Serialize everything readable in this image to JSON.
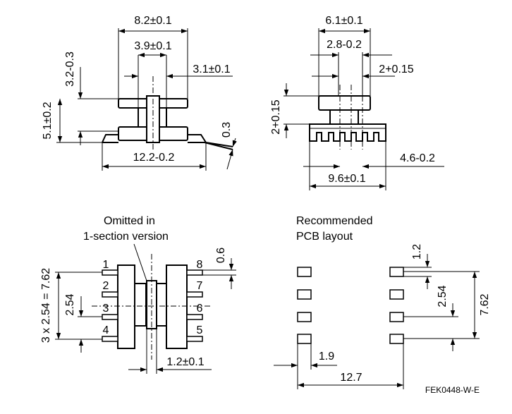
{
  "top_left_view": {
    "dim_width_total": "8.2±0.1",
    "dim_width_inner": "3.9±0.1",
    "dim_flange": "3.1±0.1",
    "dim_height_top": "3.2-0.3",
    "dim_height_total": "5.1±0.2",
    "dim_pin_offset": "0.3",
    "dim_base_width": "12.2-0.2"
  },
  "top_right_view": {
    "dim_width_total": "6.1±0.1",
    "dim_width_inner": "2.8-0.2",
    "dim_slot": "2+0.15",
    "dim_height": "2+0.15",
    "dim_pin_span": "4.6-0.2",
    "dim_base_width": "9.6±0.1"
  },
  "bottom_left_view": {
    "note_line1": "Omitted in",
    "note_line2": "1-section version",
    "pin_labels": [
      "1",
      "2",
      "3",
      "4",
      "5",
      "6",
      "7",
      "8"
    ],
    "dim_pitch_total": "3 x 2.54 = 7.62",
    "dim_pitch": "2.54",
    "dim_pin_width": "0.6",
    "dim_gap": "1.2±0.1"
  },
  "bottom_right_view": {
    "note_line1": "Recommended",
    "note_line2": "PCB layout",
    "dim_pad_width": "1.2",
    "dim_pitch": "2.54",
    "dim_pitch_total": "7.62",
    "dim_pad_length": "1.9",
    "dim_row_span": "12.7"
  },
  "drawing_code": "FEK0448-W-E"
}
